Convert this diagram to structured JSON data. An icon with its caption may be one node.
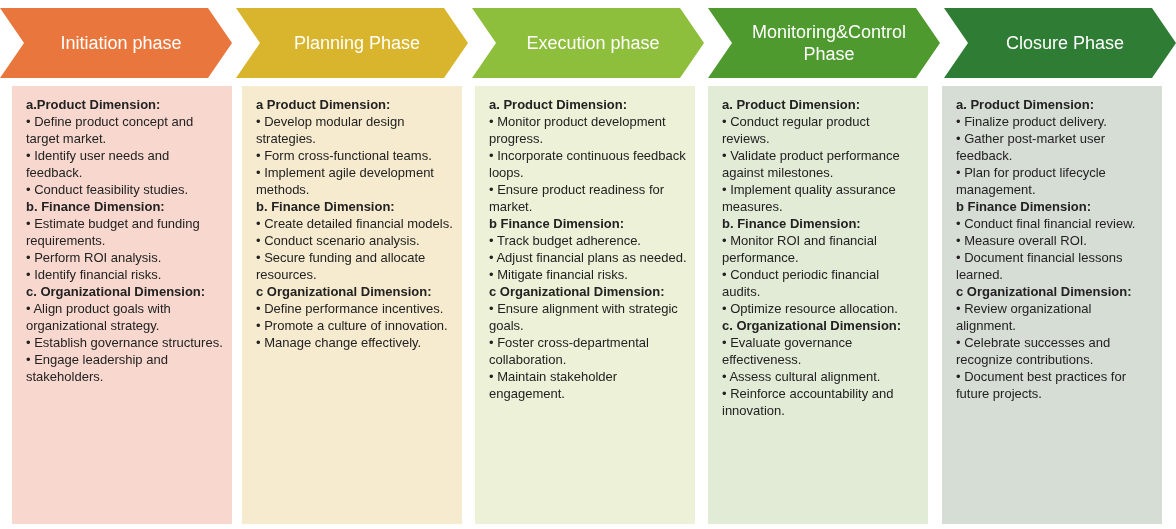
{
  "diagram": {
    "nodes": [
      {
        "text": [
          "Initiation phase"
        ]
      },
      {
        "text": [
          "Planning Phase"
        ]
      },
      {
        "text": [
          "Execution phase"
        ]
      },
      {
        "text": [
          "Monitoring&Control Phase"
        ]
      },
      {
        "text": [
          "Closure Phase"
        ]
      },
      {
        "text": [],
        "shape": "box"
      },
      {
        "text": [
          "a.Product Dimension:",
          "• Define product concept and target market.",
          "• Identify user needs and feedback.",
          "• Conduct feasibility studies."
        ],
        "in": 5
      },
      {
        "text": [
          "b. Finance Dimension:",
          "• Estimate budget and funding requirements.",
          "• Perform ROI analysis.",
          "• Identify financial risks."
        ],
        "in": 5
      },
      {
        "text": [
          "c. Organizational Dimension:",
          "• Align product goals with organizational strategy.",
          "• Establish governance structures.",
          "• Engage leadership and stakeholders."
        ],
        "in": 5
      },
      {
        "text": [],
        "shape": "box"
      },
      {
        "text": [
          "a Product Dimension:",
          "• Develop modular design strategies.",
          "• Form cross-functional teams.",
          "• Implement agile development methods."
        ],
        "in": 9
      },
      {
        "text": [
          "b. Finance Dimension:",
          "• Create detailed financial models.",
          "• Conduct scenario analysis.",
          "• Secure funding and allocate resources."
        ],
        "in": 9
      },
      {
        "text": [
          "c Organizational Dimension:",
          "• Define performance incentives.",
          "• Promote a culture of innovation.",
          "• Manage change effectively."
        ],
        "in": 9
      },
      {
        "text": [],
        "shape": "box"
      },
      {
        "text": [
          "a. Product Dimension:",
          "• Monitor product development progress.",
          "• Incorporate continuous feedback loops.",
          "• Ensure product readiness for market."
        ],
        "in": 13
      },
      {
        "text": [
          "b Finance Dimension:",
          "• Track budget adherence.",
          "• Adjust financial plans as needed.",
          "• Mitigate financial risks."
        ],
        "in": 13
      },
      {
        "text": [
          "c Organizational Dimension:",
          "• Ensure alignment with strategic goals.",
          "• Foster cross-departmental collaboration.",
          "• Maintain stakeholder engagement."
        ],
        "in": 13
      },
      {
        "text": [],
        "shape": "box"
      },
      {
        "text": [
          "a. Product Dimension:",
          "• Conduct regular product reviews.",
          "• Validate product performance against milestones.",
          "• Implement quality assurance measures."
        ],
        "in": 17
      },
      {
        "text": [
          "b. Finance Dimension:",
          "• Monitor ROI and financial performance.",
          "• Conduct periodic financial audits.",
          "• Optimize resource allocation."
        ],
        "in": 17
      },
      {
        "text": [
          "c. Organizational Dimension:",
          "• Evaluate governance effectiveness.",
          "• Assess cultural alignment.",
          "• Reinforce accountability and innovation."
        ],
        "in": 17
      },
      {
        "text": [],
        "shape": "box"
      },
      {
        "text": [
          "a. Product Dimension:",
          "• Finalize product delivery.",
          "• Gather post-market user feedback.",
          "• Plan for product lifecycle management."
        ],
        "in": 21
      },
      {
        "text": [
          "b Finance Dimension:",
          "• Conduct final financial review.",
          "• Measure overall ROI.",
          "• Document financial lessons learned."
        ],
        "in": 21
      },
      {
        "text": [
          "c Organizational Dimension:",
          "• Review organizational alignment.",
          "• Celebrate successes and recognize contributions.",
          "• Document best practices for future projects."
        ],
        "in": 21
      }
    ]
  }
}
